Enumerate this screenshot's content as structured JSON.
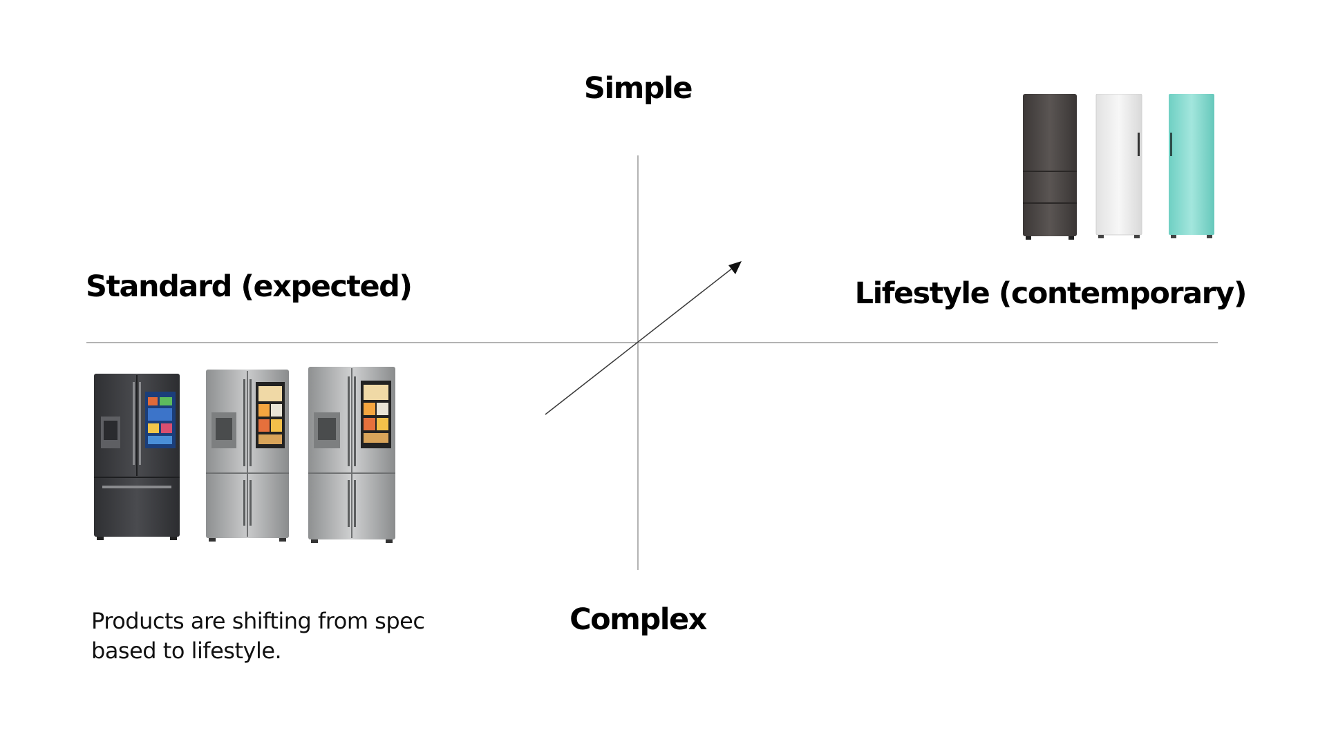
{
  "axes": {
    "top": "Simple",
    "bottom": "Complex",
    "left": "Standard (expected)",
    "right": "Lifestyle (contemporary)"
  },
  "caption": {
    "line1": "Products are shifting from spec",
    "line2": "based to lifestyle."
  },
  "images": {
    "lifestyle_fridges": [
      "dark-kimchi-fridge-icon",
      "white-column-fridge-icon",
      "mint-column-fridge-icon"
    ],
    "standard_fridges": [
      "black-smart-french-door-fridge-icon",
      "silver-smart-four-door-fridge-icon",
      "silver-smart-four-door-fridge-icon"
    ]
  },
  "colors": {
    "axis_line": "#9a9a9a",
    "arrow": "#3a3a3a",
    "fridge_dark": "#4a4645",
    "fridge_white": "#eeeeee",
    "fridge_mint": "#7fd8cc",
    "fridge_black": "#3a3b3e",
    "fridge_silver": "#a9aaab"
  }
}
